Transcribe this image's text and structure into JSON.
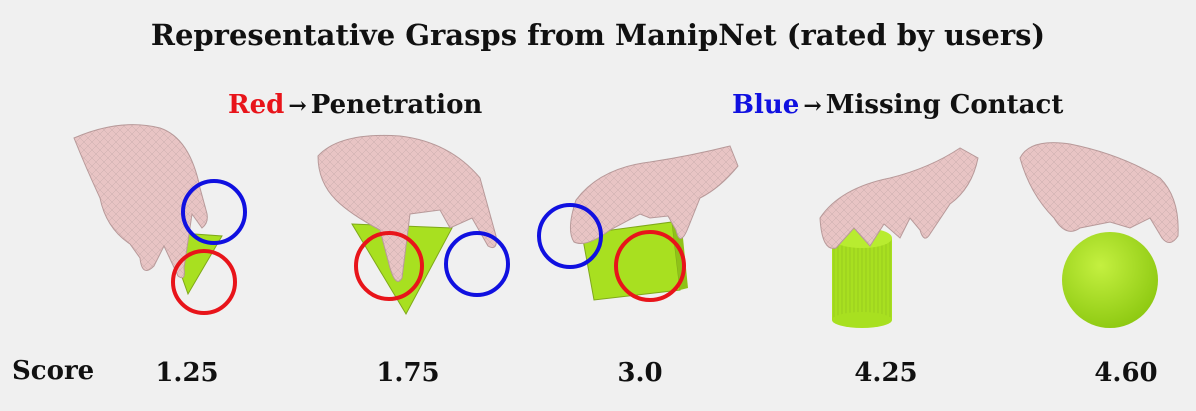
{
  "title": "Representative Grasps from ManipNet (rated by users)",
  "legend": {
    "red_word": "Red",
    "red_meaning": "Penetration",
    "blue_word": "Blue",
    "blue_meaning": "Missing Contact",
    "arrow": "→"
  },
  "colors": {
    "red": "#e8141a",
    "blue": "#1010e0",
    "hand": "#e8c4c4",
    "object": "#a8e020",
    "background": "#f0f0f0"
  },
  "score_label": "Score",
  "grasps": [
    {
      "object": "cone",
      "score": "1.25"
    },
    {
      "object": "cone",
      "score": "1.75"
    },
    {
      "object": "cube",
      "score": "3.0"
    },
    {
      "object": "cylinder",
      "score": "4.25"
    },
    {
      "object": "sphere",
      "score": "4.60"
    }
  ]
}
